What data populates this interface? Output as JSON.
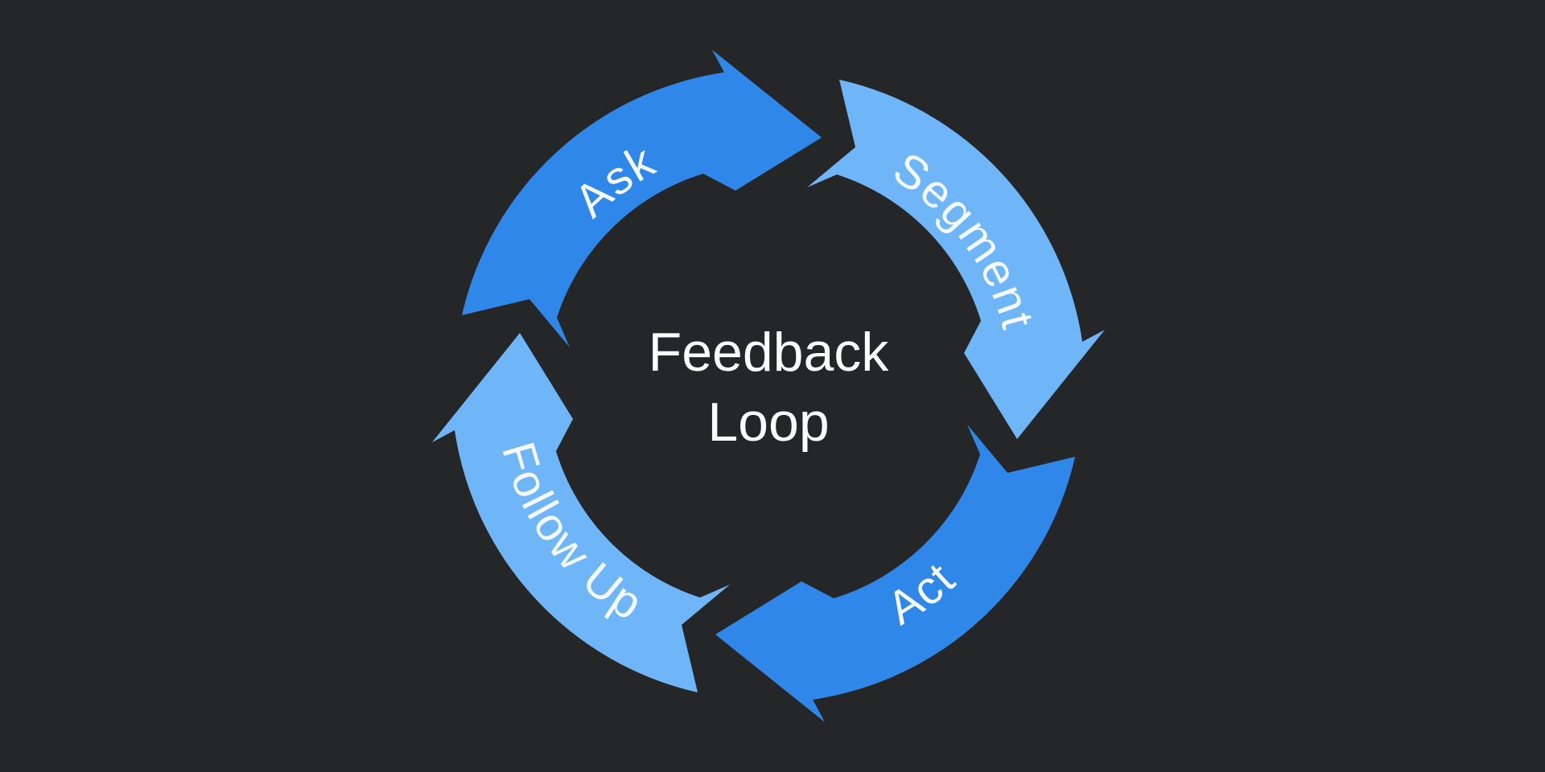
{
  "diagram": {
    "type": "cycle",
    "direction": "clockwise",
    "background_color": "#252627",
    "center_title": {
      "line1": "Feedback",
      "line2": "Loop",
      "color": "#fdfdfd"
    },
    "label_color": "#f4fafe",
    "steps": [
      {
        "label": "Ask",
        "position": "top-left",
        "color": "#2f87e9"
      },
      {
        "label": "Segment",
        "position": "top-right",
        "color": "#6fb6f8"
      },
      {
        "label": "Act",
        "position": "bottom-right",
        "color": "#2f87e9"
      },
      {
        "label": "Follow Up",
        "position": "bottom-left",
        "color": "#6fb6f8"
      }
    ]
  }
}
